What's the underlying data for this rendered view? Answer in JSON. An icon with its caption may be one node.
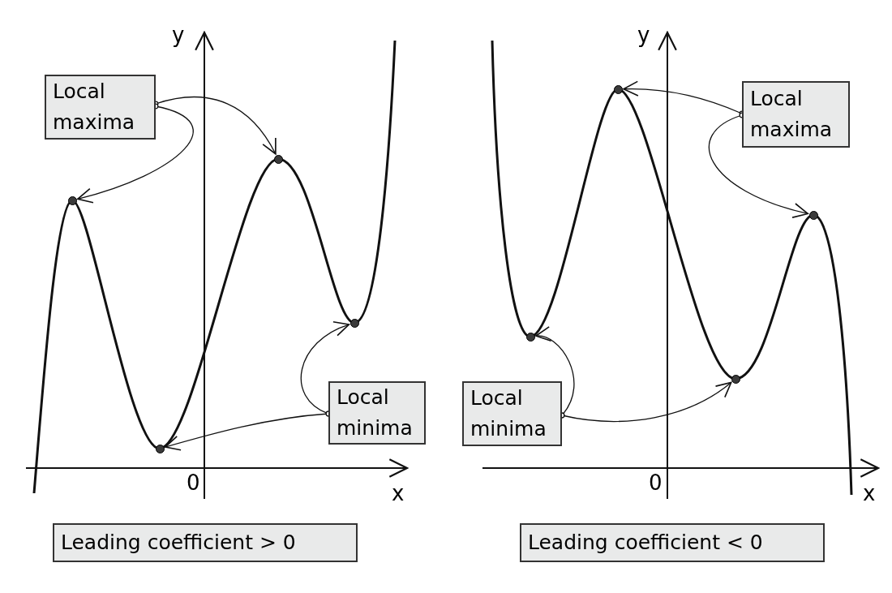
{
  "diagram": {
    "nodes": [
      {
        "text": [
          "Local maxima"
        ]
      },
      {
        "text": [],
        "shape": "circle"
      },
      {
        "text": [],
        "shape": "circle"
      },
      {
        "text": [],
        "shape": "circle"
      },
      {
        "text": [],
        "shape": "circle"
      },
      {
        "text": [
          "Local minima"
        ]
      },
      {
        "text": [
          "Leading coefficient > 0"
        ]
      },
      {
        "text": [
          "Local maxima"
        ]
      },
      {
        "text": [],
        "shape": "circle"
      },
      {
        "text": [],
        "shape": "circle"
      },
      {
        "text": [],
        "shape": "circle"
      },
      {
        "text": [],
        "shape": "circle"
      },
      {
        "text": [
          "Local minima"
        ]
      },
      {
        "text": [
          "Leading coefficient < 0"
        ]
      }
    ],
    "edges": [
      {
        "from": 0,
        "to": 2,
        "arrow": "to"
      },
      {
        "from": 0,
        "to": 1,
        "arrow": "to"
      },
      {
        "from": 5,
        "to": 4,
        "arrow": "to"
      },
      {
        "from": 5,
        "to": 3,
        "arrow": "to"
      },
      {
        "from": 7,
        "to": 8,
        "arrow": "to"
      },
      {
        "from": 7,
        "to": 9,
        "arrow": "to"
      },
      {
        "from": 12,
        "to": 10,
        "arrow": "to"
      },
      {
        "from": 12,
        "to": 11,
        "arrow": "to"
      }
    ],
    "labels": [
      "y",
      "y",
      "0",
      "x",
      "0",
      "x"
    ]
  }
}
